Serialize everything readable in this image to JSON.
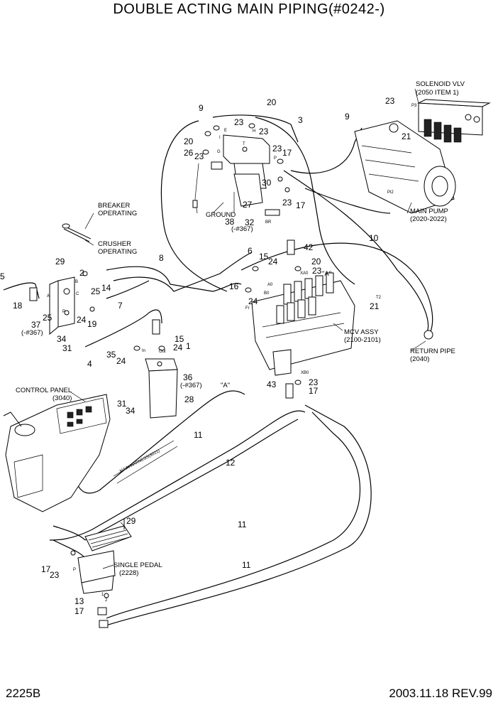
{
  "header": {
    "title": "DOUBLE ACTING MAIN PIPING(#0242-)"
  },
  "footer": {
    "code": "2225B",
    "date_rev": "2003.11.18  REV.99"
  },
  "labels": {
    "solenoid_vlv": "SOLENOID VLV",
    "solenoid_item": "(2050 ITEM 1)",
    "main_pump": "MAIN PUMP",
    "main_pump_code": "(2020-2022)",
    "breaker_1": "BREAKER",
    "breaker_2": "OPERATING",
    "crusher_1": "CRUSHER",
    "crusher_2": "OPERATING",
    "ground": "GROUND",
    "mcv_1": "MCV ASSY",
    "mcv_2": "(2100-2101)",
    "return_1": "RETURN PIPE",
    "return_2": "(2040)",
    "control_1": "CONTROL PANEL",
    "control_2": "(3040)",
    "harness": "MAIN HARNESS(3021)",
    "pedal_1": "SINGLE PEDAL",
    "pedal_2": "(2228)",
    "ref_a1": "\"A\"",
    "ref_a2": "\"A\"",
    "s367_1": "(-#367)",
    "s367_2": "(-#367)",
    "s367_3": "(-#367)"
  },
  "ports": {
    "p3": "P3",
    "pi2": "Pi2",
    "br": "BR",
    "xa0": "XA0",
    "a0": "A0",
    "b0": "B0",
    "fr": "Fr",
    "t2": "T2",
    "xb0": "XB0",
    "in": "In",
    "out": "Out",
    "a": "A",
    "b": "B",
    "c": "C",
    "p_a": "P",
    "e": "E",
    "i": "I",
    "g": "G",
    "h": "H",
    "t": "T",
    "p_b": "P",
    "p_c": "P",
    "one": "1",
    "two": "2"
  },
  "callouts": [
    {
      "id": "c9a",
      "text": "9"
    },
    {
      "id": "c20a",
      "text": "20"
    },
    {
      "id": "c3",
      "text": "3"
    },
    {
      "id": "c23a",
      "text": "23"
    },
    {
      "id": "c23b",
      "text": "23"
    },
    {
      "id": "c20b",
      "text": "20"
    },
    {
      "id": "c26",
      "text": "26"
    },
    {
      "id": "c23c",
      "text": "23"
    },
    {
      "id": "c23d",
      "text": "23"
    },
    {
      "id": "c17a",
      "text": "17"
    },
    {
      "id": "c30",
      "text": "30"
    },
    {
      "id": "c23e",
      "text": "23"
    },
    {
      "id": "c17b",
      "text": "17"
    },
    {
      "id": "c27",
      "text": "27"
    },
    {
      "id": "c32",
      "text": "32"
    },
    {
      "id": "c38",
      "text": "38"
    },
    {
      "id": "c23f",
      "text": "23"
    },
    {
      "id": "c9b",
      "text": "9"
    },
    {
      "id": "c21a",
      "text": "21"
    },
    {
      "id": "c10",
      "text": "10"
    },
    {
      "id": "c42",
      "text": "42"
    },
    {
      "id": "c6",
      "text": "6"
    },
    {
      "id": "c15a",
      "text": "15"
    },
    {
      "id": "c24a",
      "text": "24"
    },
    {
      "id": "c20c",
      "text": "20"
    },
    {
      "id": "c23g",
      "text": "23"
    },
    {
      "id": "c16",
      "text": "16"
    },
    {
      "id": "c24b",
      "text": "24"
    },
    {
      "id": "c21b",
      "text": "21"
    },
    {
      "id": "c8",
      "text": "8"
    },
    {
      "id": "c29a",
      "text": "29"
    },
    {
      "id": "c5",
      "text": "5"
    },
    {
      "id": "c2",
      "text": "2"
    },
    {
      "id": "c14",
      "text": "14"
    },
    {
      "id": "c25a",
      "text": "25"
    },
    {
      "id": "c18",
      "text": "18"
    },
    {
      "id": "c25b",
      "text": "25"
    },
    {
      "id": "c7",
      "text": "7"
    },
    {
      "id": "c24c",
      "text": "24"
    },
    {
      "id": "c19",
      "text": "19"
    },
    {
      "id": "c37",
      "text": "37"
    },
    {
      "id": "c34a",
      "text": "34"
    },
    {
      "id": "c31a",
      "text": "31"
    },
    {
      "id": "c4",
      "text": "4"
    },
    {
      "id": "c15b",
      "text": "15"
    },
    {
      "id": "c24d",
      "text": "24"
    },
    {
      "id": "c35",
      "text": "35"
    },
    {
      "id": "c24e",
      "text": "24"
    },
    {
      "id": "c1",
      "text": "1"
    },
    {
      "id": "c36",
      "text": "36"
    },
    {
      "id": "c28",
      "text": "28"
    },
    {
      "id": "c31b",
      "text": "31"
    },
    {
      "id": "c34b",
      "text": "34"
    },
    {
      "id": "c43",
      "text": "43"
    },
    {
      "id": "c23h",
      "text": "23"
    },
    {
      "id": "c17c",
      "text": "17"
    },
    {
      "id": "c11a",
      "text": "11"
    },
    {
      "id": "c12",
      "text": "12"
    },
    {
      "id": "c11b",
      "text": "11"
    },
    {
      "id": "c11c",
      "text": "11"
    },
    {
      "id": "c29b",
      "text": "29"
    },
    {
      "id": "c17d",
      "text": "17"
    },
    {
      "id": "c23i",
      "text": "23"
    },
    {
      "id": "c13",
      "text": "13"
    },
    {
      "id": "c17e",
      "text": "17"
    }
  ]
}
